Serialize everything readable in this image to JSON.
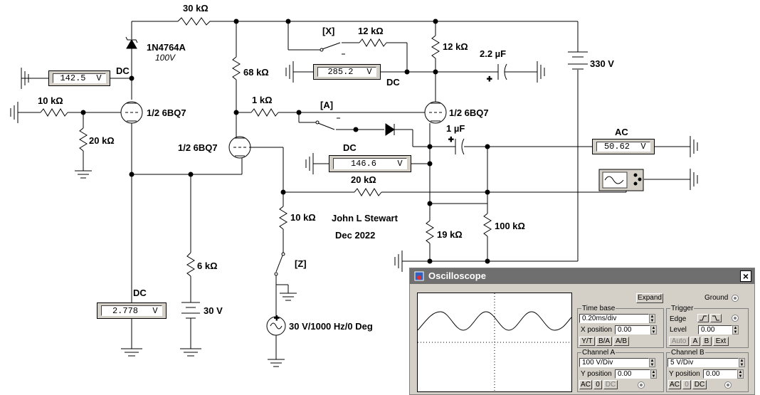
{
  "schematic": {
    "labels": {
      "r_30k": "30 kΩ",
      "zener_part": "1N4764A",
      "zener_voltage": "100V",
      "dc1": "DC",
      "r_10k_in": "10 kΩ",
      "r_20k_grid": "20 kΩ",
      "tube1": "1/2 6BQ7",
      "r_68k": "68 kΩ",
      "tube_mid": "1/2 6BQ7",
      "switch_x": "[X]",
      "r_12k_x": "12 kΩ",
      "r_12k_plate": "12 kΩ",
      "dc2": "DC",
      "cap_22": "2.2 µF",
      "batt_330": "330 V",
      "r_1k": "1 kΩ",
      "switch_a": "[A]",
      "tube2": "1/2 6BQ7",
      "cap_1": "1 µF",
      "ac_label": "AC",
      "dc3": "DC",
      "r_20k_fb": "20 kΩ",
      "r_10k_src": "10 kΩ",
      "author": "John L Stewart",
      "date": "Dec 2022",
      "r_19k": "19 kΩ",
      "r_100k": "100 kΩ",
      "r_6k": "6 kΩ",
      "batt_30": "30 V",
      "switch_z": "[Z]",
      "source": "30 V/1000 Hz/0 Deg",
      "dc4": "DC"
    },
    "meters": {
      "m1": {
        "value": "142.5",
        "unit": "V"
      },
      "m2": {
        "value": "285.2",
        "unit": "V"
      },
      "m3": {
        "value": "146.6",
        "unit": "V"
      },
      "m4": {
        "value": "50.62",
        "unit": "V"
      },
      "m5": {
        "value": "2.778",
        "unit": "V"
      }
    }
  },
  "oscilloscope": {
    "title": "Oscilloscope",
    "close": "×",
    "expand": "Expand",
    "ground": "Ground",
    "timebase": {
      "label": "Time base",
      "value": "0.20ms/div",
      "xpos_label": "X position",
      "xpos_value": "0.00",
      "modes": [
        "Y/T",
        "B/A",
        "A/B"
      ]
    },
    "trigger": {
      "label": "Trigger",
      "edge_label": "Edge",
      "level_label": "Level",
      "level_value": "0.00",
      "modes": [
        "Auto",
        "A",
        "B",
        "Ext"
      ]
    },
    "channel_a": {
      "label": "Channel A",
      "value": "100 V/Div",
      "ypos_label": "Y position",
      "ypos_value": "0.00",
      "coupling": [
        "AC",
        "0",
        "DC"
      ]
    },
    "channel_b": {
      "label": "Channel B",
      "value": "5 V/Div",
      "ypos_label": "Y position",
      "ypos_value": "0.00",
      "coupling": [
        "AC",
        "0",
        "DC"
      ]
    }
  }
}
